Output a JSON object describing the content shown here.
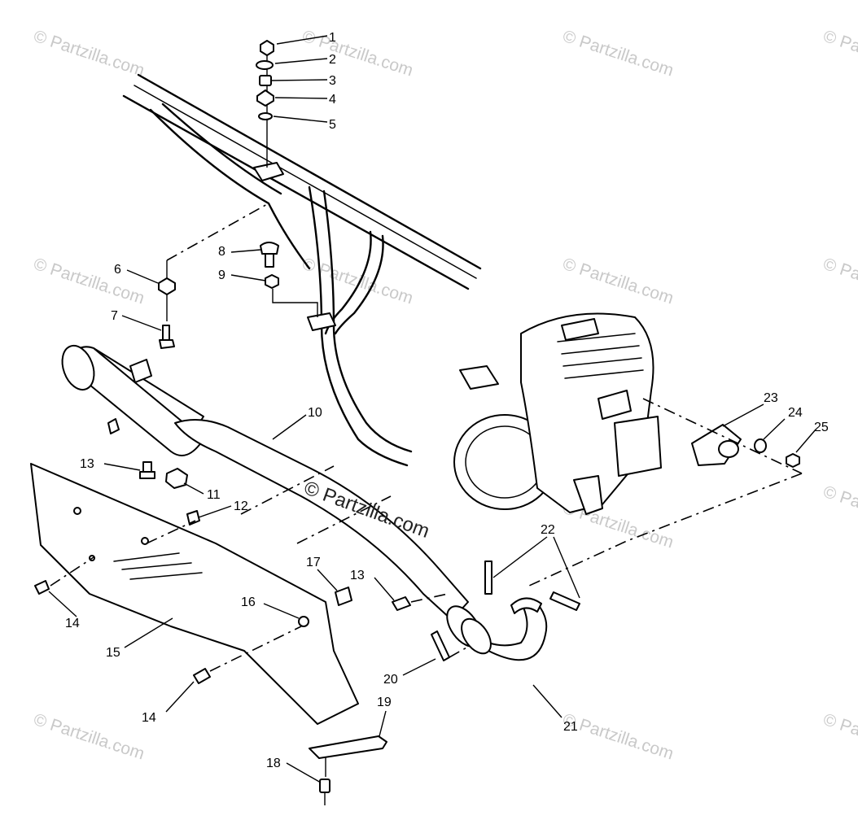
{
  "watermark": "© Partzilla.com",
  "callouts": {
    "c1": "1",
    "c2": "2",
    "c3": "3",
    "c4": "4",
    "c5": "5",
    "c6": "6",
    "c7": "7",
    "c8": "8",
    "c9": "9",
    "c10": "10",
    "c11": "11",
    "c12": "12",
    "c13a": "13",
    "c13b": "13",
    "c14a": "14",
    "c14b": "14",
    "c15": "15",
    "c16": "16",
    "c17": "17",
    "c18": "18",
    "c19": "19",
    "c20": "20",
    "c21": "21",
    "c22": "22",
    "c23": "23",
    "c24": "24",
    "c25": "25"
  },
  "colors": {
    "line": "#000000",
    "watermark": "#c9c9c9",
    "background": "#ffffff"
  }
}
